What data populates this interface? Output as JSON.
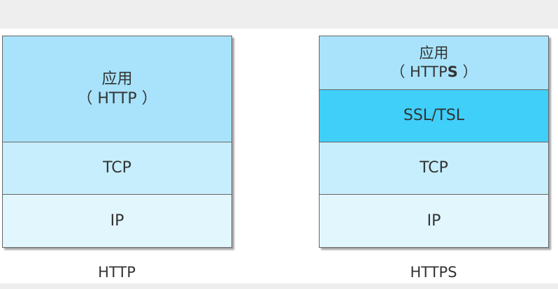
{
  "http_stack": {
    "application_line1": "应用",
    "application_line2": "（ HTTP ）",
    "tcp": "TCP",
    "ip": "IP",
    "caption": "HTTP"
  },
  "https_stack": {
    "application_line1": "应用",
    "application_line2_prefix": "（ HTTP",
    "application_line2_bold": "S",
    "application_line2_suffix": " ）",
    "ssl": "SSL/TSL",
    "tcp": "TCP",
    "ip": "IP",
    "caption": "HTTPS"
  },
  "colors": {
    "application_layer": "#a8e3fb",
    "ssl_layer": "#3fcff9",
    "tcp_layer": "#c7eefd",
    "ip_layer": "#e2f6fe",
    "border": "#666666",
    "text": "#333333",
    "background_band": "#eeeeee"
  }
}
